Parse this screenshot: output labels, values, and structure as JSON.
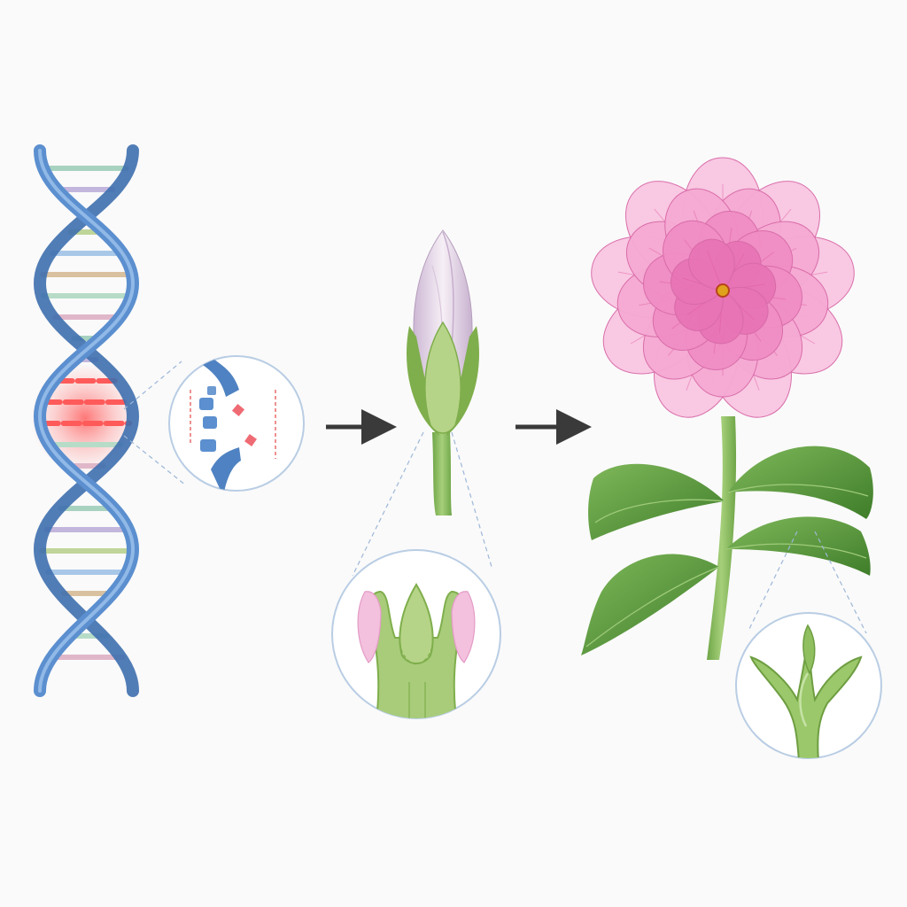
{
  "colors": {
    "background": "#fafafa",
    "dna_strand": "#5b8fcf",
    "dna_strand_dark": "#3e6fae",
    "mutation_glow": "#ff4d4d",
    "arrow": "#3a3a3a",
    "petal_pink": "#f4a6d0",
    "petal_pink_deep": "#e56fae",
    "bud_white": "#efe4ef",
    "leaf_green": "#5c9a3c",
    "stem_green": "#86b95a",
    "callout_ring": "#b9cde4",
    "callout_fill": "#ffffff"
  },
  "panels": [
    {
      "id": "dna",
      "icon": "dna-double-helix-icon",
      "highlight": "mutated-segment"
    },
    {
      "id": "bud",
      "icon": "flower-bud-icon"
    },
    {
      "id": "flower",
      "icon": "pink-flower-icon"
    }
  ],
  "callouts": [
    {
      "id": "dna-callout",
      "depicts": "broken-strand-closeup-icon"
    },
    {
      "id": "bud-callout",
      "depicts": "floral-meristem-closeup-icon"
    },
    {
      "id": "flower-callout",
      "depicts": "leaf-tendril-closeup-icon"
    }
  ],
  "arrows": [
    {
      "from": "dna",
      "to": "bud"
    },
    {
      "from": "bud",
      "to": "flower"
    }
  ]
}
